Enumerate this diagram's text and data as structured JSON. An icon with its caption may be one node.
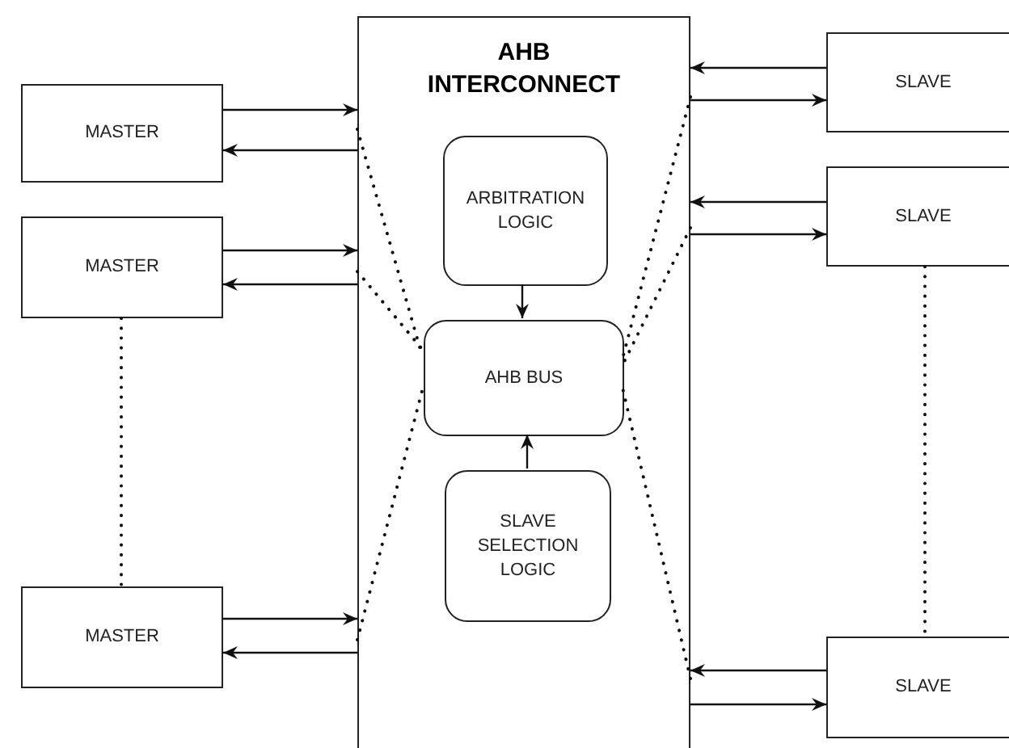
{
  "diagram": {
    "nodes": [
      {
        "text": [
          "AHB INTERCONNECT"
        ]
      },
      {
        "text": [
          "ARBITRATION LOGIC"
        ],
        "in": 0
      },
      {
        "text": [
          "AHB BUS"
        ],
        "in": 0
      },
      {
        "text": [
          "SLAVE SELECTION LOGIC"
        ],
        "in": 0
      },
      {
        "text": [
          "MASTER"
        ]
      },
      {
        "text": [
          "MASTER"
        ]
      },
      {
        "text": [
          "MASTER"
        ]
      },
      {
        "text": [
          "SLAVE"
        ]
      },
      {
        "text": [
          "SLAVE"
        ]
      },
      {
        "text": [
          "SLAVE"
        ]
      }
    ],
    "edges": [
      {
        "from": 4,
        "to": 0,
        "arrow": "to"
      },
      {
        "from": 0,
        "to": 4,
        "arrow": "to"
      },
      {
        "from": 5,
        "to": 0,
        "arrow": "to"
      },
      {
        "from": 0,
        "to": 5,
        "arrow": "to"
      },
      {
        "from": 6,
        "to": 0,
        "arrow": "to"
      },
      {
        "from": 0,
        "to": 6,
        "arrow": "to"
      },
      {
        "from": 7,
        "to": 0,
        "arrow": "to"
      },
      {
        "from": 0,
        "to": 7,
        "arrow": "to"
      },
      {
        "from": 8,
        "to": 0,
        "arrow": "to"
      },
      {
        "from": 0,
        "to": 8,
        "arrow": "to"
      },
      {
        "from": 9,
        "to": 0,
        "arrow": "to"
      },
      {
        "from": 0,
        "to": 9,
        "arrow": "to"
      },
      {
        "from": 1,
        "to": 2,
        "arrow": "to"
      },
      {
        "from": 3,
        "to": 2,
        "arrow": "to"
      },
      {
        "from": 5,
        "to": 6,
        "arrow": "none",
        "style": "dashed"
      },
      {
        "from": 8,
        "to": 9,
        "arrow": "none",
        "style": "dashed"
      },
      {
        "from": 0,
        "to": 2,
        "arrow": "none",
        "style": "dashed"
      },
      {
        "from": 0,
        "to": 2,
        "arrow": "none",
        "style": "dashed"
      },
      {
        "from": 0,
        "to": 2,
        "arrow": "none",
        "style": "dashed"
      },
      {
        "from": 0,
        "to": 2,
        "arrow": "none",
        "style": "dashed"
      },
      {
        "from": 0,
        "to": 2,
        "arrow": "none",
        "style": "dashed"
      },
      {
        "from": 0,
        "to": 2,
        "arrow": "none",
        "style": "dashed"
      }
    ]
  }
}
